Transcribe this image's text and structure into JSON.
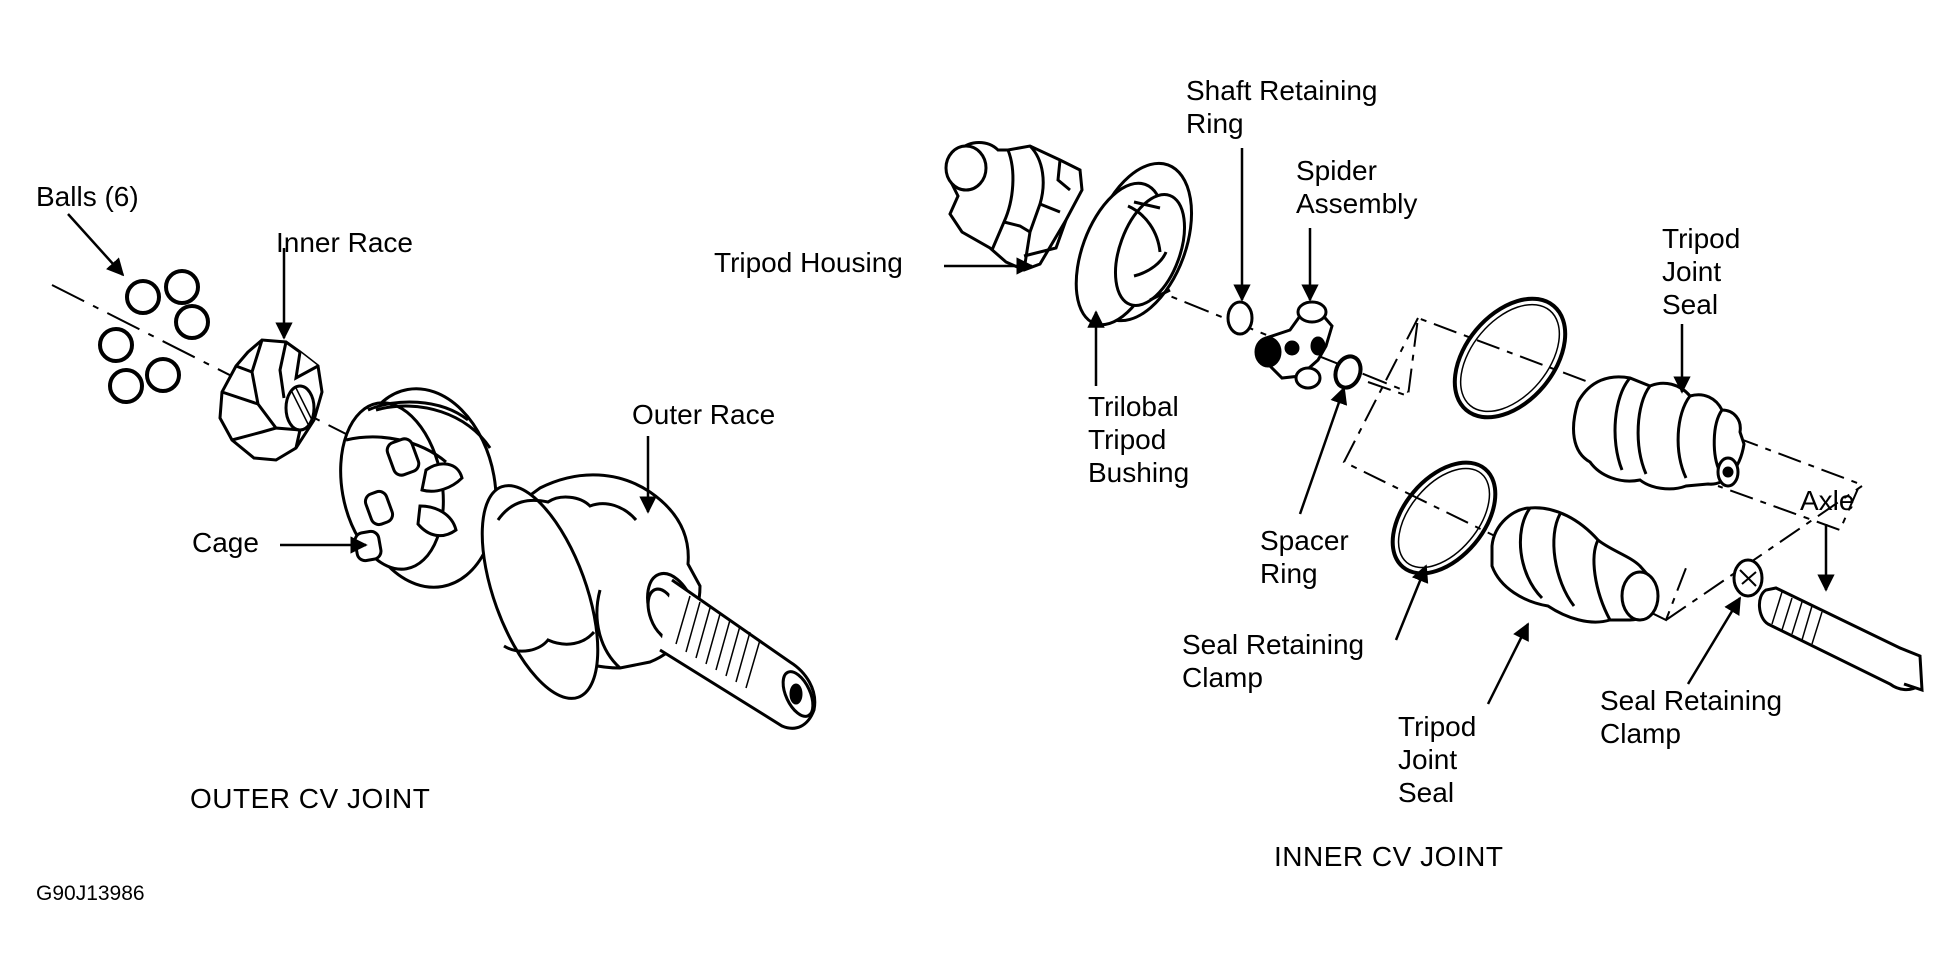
{
  "outer": {
    "title": "OUTER CV JOINT",
    "labels": {
      "balls": "Balls (6)",
      "inner_race": "Inner Race",
      "outer_race": "Outer Race",
      "cage": "Cage"
    }
  },
  "inner": {
    "title": "INNER CV JOINT",
    "labels": {
      "tripod_housing": "Tripod Housing",
      "shaft_retaining_ring": [
        "Shaft Retaining",
        "Ring"
      ],
      "spider_assembly": [
        "Spider",
        "Assembly"
      ],
      "tripod_joint_seal_upper": [
        "Tripod",
        "Joint",
        "Seal"
      ],
      "trilobal_tripod_bushing": [
        "Trilobal",
        "Tripod",
        "Bushing"
      ],
      "spacer_ring": [
        "Spacer",
        "Ring"
      ],
      "axle": "Axle",
      "seal_retaining_clamp_left": [
        "Seal Retaining",
        "Clamp"
      ],
      "seal_retaining_clamp_right": [
        "Seal Retaining",
        "Clamp"
      ],
      "tripod_joint_seal_lower": [
        "Tripod",
        "Joint",
        "Seal"
      ]
    }
  },
  "figure_code": "G90J13986",
  "colors": {
    "ink": "#000000",
    "paper": "#ffffff"
  }
}
